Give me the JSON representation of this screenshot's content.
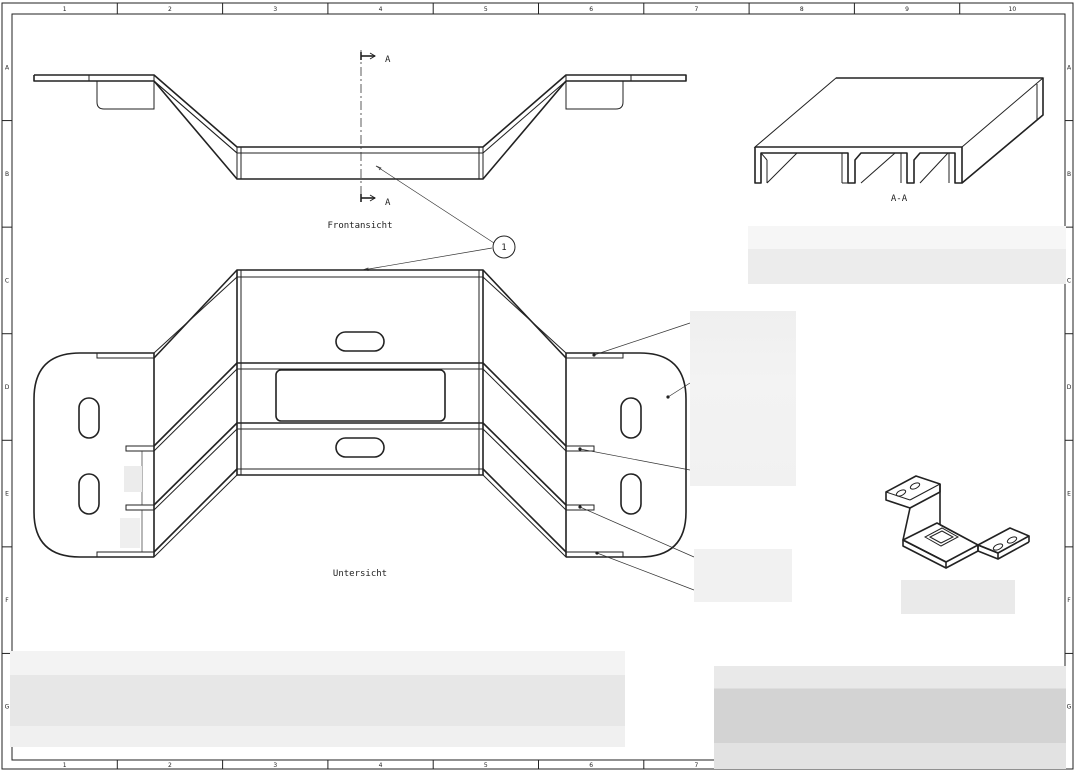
{
  "frame": {
    "columns": [
      "1",
      "2",
      "3",
      "4",
      "5",
      "6",
      "7",
      "8",
      "9",
      "10"
    ],
    "rows": [
      "A",
      "B",
      "C",
      "D",
      "E",
      "F",
      "G"
    ]
  },
  "views": {
    "front_label": "Frontansicht",
    "bottom_label": "Untersicht",
    "section_label": "A-A",
    "cut_marker": "A"
  },
  "balloon": {
    "number": "1"
  },
  "colors": {
    "line": "#222222",
    "frame": "#333333",
    "redaction": "#e6e6e6"
  }
}
